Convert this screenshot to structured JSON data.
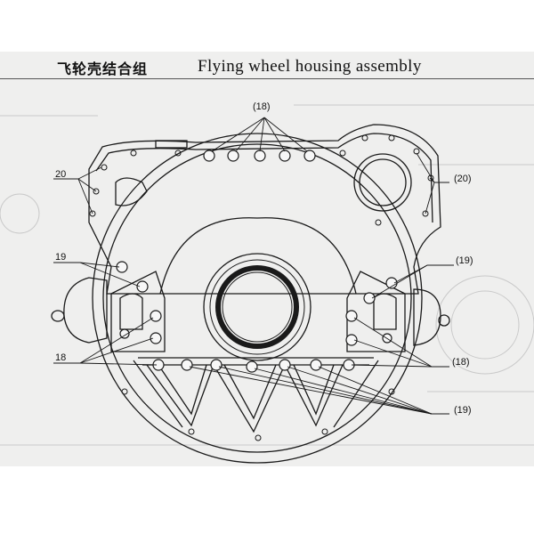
{
  "title": {
    "chinese": "飞轮壳结合组",
    "english": "Flying wheel housing assembly"
  },
  "callouts": {
    "top_18": "(18)",
    "left_20": "20",
    "right_20": "(20)",
    "left_19": "19",
    "right_19_upper": "(19)",
    "left_18": "18",
    "right_18": "(18)",
    "right_19_lower": "(19)"
  },
  "colors": {
    "line": "#1a1a1a",
    "background_sheet": "#efefee",
    "faint_underlay": "#c9c9c9"
  }
}
